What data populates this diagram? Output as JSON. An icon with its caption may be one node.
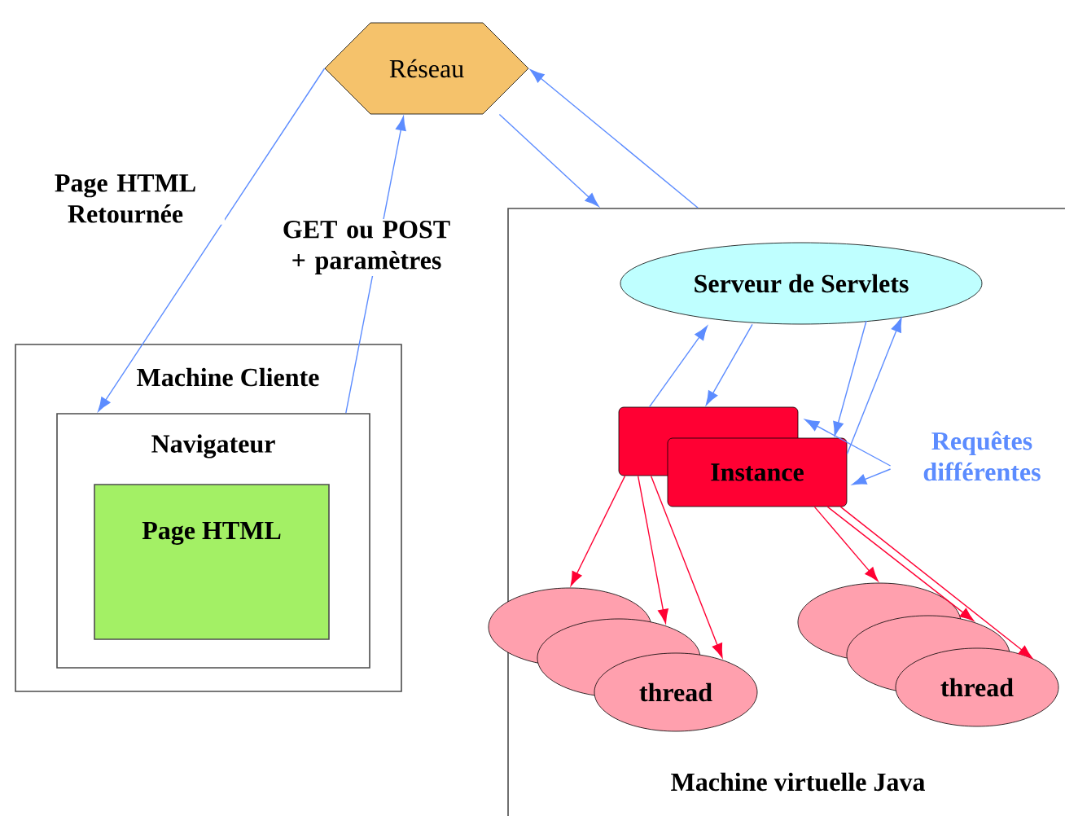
{
  "diagram": {
    "nodes": [
      {
        "text": [
          "Réseau"
        ]
      },
      {
        "text": [
          "Machine Cliente"
        ]
      },
      {
        "text": [
          "Navigateur"
        ],
        "in": 1
      },
      {
        "text": [
          "Page HTML"
        ],
        "in": 2
      },
      {
        "text": [
          "Machine virtuelle Java"
        ]
      },
      {
        "text": [
          "Serveur de Servlets"
        ],
        "in": 4
      },
      {
        "text": [],
        "shape": "box",
        "in": 4
      },
      {
        "text": [
          "Instance"
        ],
        "in": 4
      },
      {
        "text": [],
        "shape": "circle",
        "in": 4
      },
      {
        "text": [],
        "shape": "circle",
        "in": 4
      },
      {
        "text": [
          "thread"
        ],
        "in": 4
      },
      {
        "text": [],
        "shape": "circle",
        "in": 4
      },
      {
        "text": [],
        "shape": "circle",
        "in": 4
      },
      {
        "text": [
          "thread"
        ],
        "in": 4
      },
      {
        "text": [
          "Requêtes différentes"
        ],
        "in": 4
      }
    ],
    "edges": [
      {
        "from": 0,
        "to": 2,
        "arrow": "to",
        "label": "Page HTML Retournée"
      },
      {
        "from": 2,
        "to": 0,
        "arrow": "to",
        "label": "GET ou POST + paramètres"
      },
      {
        "from": 0,
        "to": 4,
        "arrow": "to"
      },
      {
        "from": 4,
        "to": 0,
        "arrow": "to"
      },
      {
        "from": 6,
        "to": 5,
        "arrow": "to"
      },
      {
        "from": 5,
        "to": 6,
        "arrow": "to"
      },
      {
        "from": 5,
        "to": 7,
        "arrow": "to"
      },
      {
        "from": 7,
        "to": 5,
        "arrow": "to"
      },
      {
        "from": 14,
        "to": 6,
        "arrow": "to"
      },
      {
        "from": 14,
        "to": 7,
        "arrow": "to"
      },
      {
        "from": 6,
        "to": 8,
        "arrow": "to",
        "color": "#ff0033"
      },
      {
        "from": 6,
        "to": 9,
        "arrow": "to",
        "color": "#ff0033"
      },
      {
        "from": 6,
        "to": 10,
        "arrow": "to",
        "color": "#ff0033"
      },
      {
        "from": 7,
        "to": 11,
        "arrow": "to",
        "color": "#ff0033"
      },
      {
        "from": 7,
        "to": 12,
        "arrow": "to",
        "color": "#ff0033"
      },
      {
        "from": 7,
        "to": 13,
        "arrow": "to",
        "color": "#ff0033"
      }
    ]
  }
}
